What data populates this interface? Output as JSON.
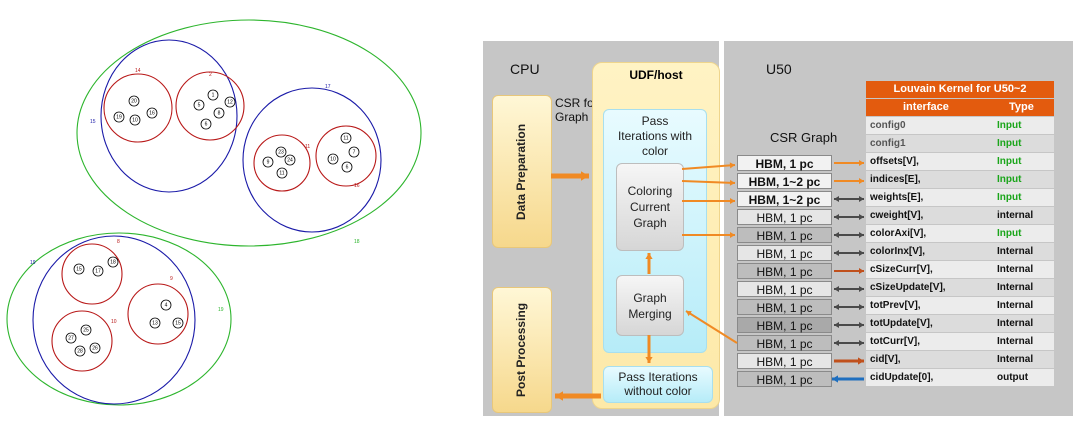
{
  "graph": {
    "outer_labels": {
      "top": "18",
      "bottom": "19"
    },
    "community_labels": {
      "c15": "15",
      "c17": "17",
      "c14": "14",
      "c2": "2",
      "c11": "11",
      "c16": "16",
      "c8": "8",
      "c9": "9",
      "c10": "10",
      "c19b": "19"
    },
    "nodes": [
      "20",
      "19",
      "10",
      "16",
      "1",
      "5",
      "12",
      "8",
      "23",
      "24",
      "9",
      "11",
      "10",
      "6",
      "13",
      "17",
      "18",
      "4",
      "33",
      "15",
      "27",
      "25",
      "26"
    ],
    "colors": {
      "outer": "#2db52d",
      "mid": "#1a1aa8",
      "inner": "#b81818"
    }
  },
  "arch": {
    "cpu_label": "CPU",
    "u50_label": "U50",
    "udf_host": "UDF/host",
    "data_preparation": "Data Preparation",
    "post_processing": "Post Processing",
    "csr_for_graph": "CSR for\nGraph",
    "pass_iter_color": "Pass\nIterations with\ncolor",
    "coloring_current_graph": "Coloring\nCurrent\nGraph",
    "graph_merging": "Graph\nMerging",
    "pass_iter_without_color": "Pass Iterations\nwithout color",
    "csr_graph": "CSR Graph",
    "hbm": [
      {
        "label": "HBM,  1 pc",
        "bold": true
      },
      {
        "label": "HBM,  1~2 pc",
        "bold": true
      },
      {
        "label": "HBM,  1~2 pc",
        "bold": true
      },
      {
        "label": "HBM,  1 pc",
        "bold": false
      },
      {
        "label": "HBM,  1 pc",
        "bold": false
      },
      {
        "label": "HBM,  1 pc",
        "bold": false
      },
      {
        "label": "HBM,  1 pc",
        "bold": false
      },
      {
        "label": "HBM,  1 pc",
        "bold": false
      },
      {
        "label": "HBM,  1 pc",
        "bold": false
      },
      {
        "label": "HBM,  1 pc",
        "bold": false
      },
      {
        "label": "HBM,  1 pc",
        "bold": false
      },
      {
        "label": "HBM,  1 pc",
        "bold": false
      },
      {
        "label": "HBM,  1 pc",
        "bold": false
      }
    ],
    "kernel_title": "Louvain Kernel for U50~2",
    "col_interface": "interface",
    "col_type": "Type",
    "rows": [
      {
        "name": "config0",
        "type": "Input",
        "name_color": "#555555",
        "type_color": "#1aa51a"
      },
      {
        "name": "config1",
        "type": "Input",
        "name_color": "#555555",
        "type_color": "#1aa51a"
      },
      {
        "name": "offsets[V],",
        "type": "Input",
        "name_color": "#111111",
        "type_color": "#1aa51a"
      },
      {
        "name": "indices[E],",
        "type": "Input",
        "name_color": "#111111",
        "type_color": "#1aa51a"
      },
      {
        "name": "weights[E],",
        "type": "Input",
        "name_color": "#111111",
        "type_color": "#1aa51a"
      },
      {
        "name": "cweight[V],",
        "type": "internal",
        "name_color": "#111111",
        "type_color": "#111111"
      },
      {
        "name": "colorAxi[V],",
        "type": "Input",
        "name_color": "#111111",
        "type_color": "#1aa51a"
      },
      {
        "name": "colorInx[V],",
        "type": "Internal",
        "name_color": "#111111",
        "type_color": "#111111"
      },
      {
        "name": "cSizeCurr[V],",
        "type": "Internal",
        "name_color": "#111111",
        "type_color": "#111111"
      },
      {
        "name": "cSizeUpdate[V],",
        "type": "Internal",
        "name_color": "#111111",
        "type_color": "#111111"
      },
      {
        "name": "totPrev[V],",
        "type": "Internal",
        "name_color": "#111111",
        "type_color": "#111111"
      },
      {
        "name": "totUpdate[V],",
        "type": "Internal",
        "name_color": "#111111",
        "type_color": "#111111"
      },
      {
        "name": "totCurr[V],",
        "type": "Internal",
        "name_color": "#111111",
        "type_color": "#111111"
      },
      {
        "name": "cid[V],",
        "type": "Internal",
        "name_color": "#111111",
        "type_color": "#111111"
      },
      {
        "name": "cidUpdate[0],",
        "type": "output",
        "name_color": "#111111",
        "type_color": "#111111"
      }
    ],
    "arrow_colors": [
      "#f08a24",
      "#f08a24",
      "#4a4a4a",
      "#4a4a4a",
      "#4a4a4a",
      "#4a4a4a",
      "#c0501c",
      "#4a4a4a",
      "#4a4a4a",
      "#4a4a4a",
      "#4a4a4a",
      "#c0501c",
      "#1f6fbf"
    ]
  }
}
